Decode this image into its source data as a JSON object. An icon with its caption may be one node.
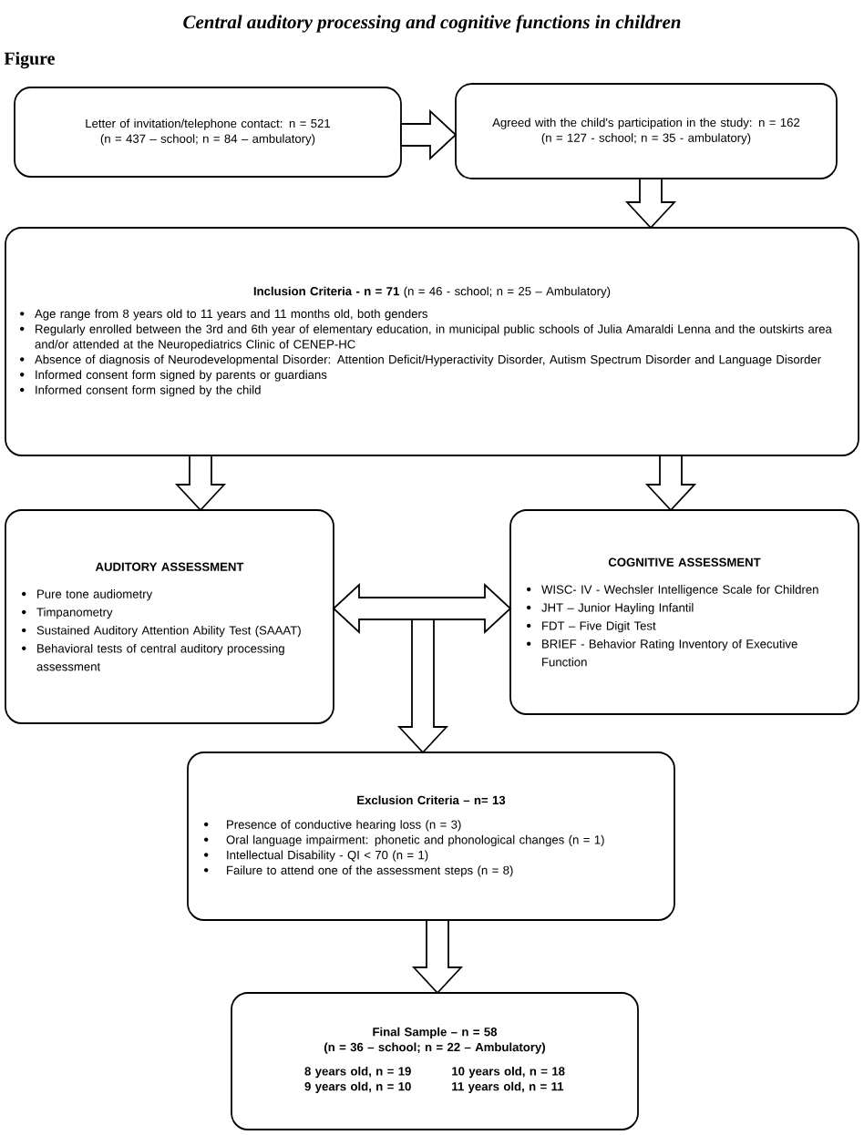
{
  "diagram": {
    "title": "Central auditory processing and cognitive functions in children",
    "nodes": [
      {
        "text": [
          "Letter of invitation/telephone contact: n = 521",
          "(n = 437 – school; n = 84 – ambulatory)"
        ]
      },
      {
        "text": [
          "Agreed with the child's participation in the study: n = 162",
          "(n = 127 - school; n = 35 - ambulatory)"
        ]
      },
      {
        "text": [
          "**Inclusion Criteria - n = 71** (n = 46 - school; n = 25 – Ambulatory)",
          "Age range from 8 years old to 11 years and 11 months old, both genders",
          "Regularly enrolled between the 3rd and 6th year of elementary education, in municipal public schools of Julia Amaraldi Lenna and the outskirts area and/or attended at the Neuropediatrics Clinic of CENEP-HC",
          "Absence of diagnosis of Neurodevelopmental Disorder: Attention Deficit/Hyperactivity Disorder, Autism Spectrum Disorder and Language Disorder",
          "Informed consent form signed by parents or guardians",
          "Informed consent form signed by the child"
        ]
      },
      {
        "text": [
          "AUDITORY ASSESSMENT",
          "Pure tone audiometry",
          "Timpanometry",
          "Sustained Auditory Attention Ability Test (SAAAT)",
          "Behavioral tests of central auditory processing assessment"
        ]
      },
      {
        "text": [
          "COGNITIVE ASSESSMENT",
          "WISC- IV - Wechsler Intelligence Scale for Children",
          "JHT – Junior Hayling Infantil",
          "FDT – Five Digit Test",
          "BRIEF - Behavior Rating Inventory of Executive Function"
        ]
      },
      {
        "text": [
          "Exclusion Criteria – n= 13",
          "Presence of conductive hearing loss (n = 3)",
          "Oral language impairment: phonetic and phonological changes (n = 1)",
          "Intellectual Disability - QI < 70 (n = 1)",
          "Failure to attend one of the assessment steps (n = 8)"
        ]
      },
      {
        "text": [
          "Final Sample – n = 58",
          "(n = 36 – school; n = 22 – Ambulatory)",
          "8 years old, n = 19",
          "10 years old, n = 18",
          "9 years old, n = 10",
          "11 years old, n = 11"
        ]
      }
    ],
    "edges": [
      {
        "from": 0,
        "to": 1,
        "arrow": "to"
      },
      {
        "from": 1,
        "to": 2,
        "arrow": "to"
      },
      {
        "from": 2,
        "to": 3,
        "arrow": "to"
      },
      {
        "from": 2,
        "to": 4,
        "arrow": "to"
      },
      {
        "from": 3,
        "to": 4,
        "arrow": "both"
      },
      {
        "from": null,
        "to": 5,
        "arrow": "to"
      },
      {
        "from": 5,
        "to": 6,
        "arrow": "to"
      }
    ],
    "labels": [
      "Figure"
    ]
  }
}
